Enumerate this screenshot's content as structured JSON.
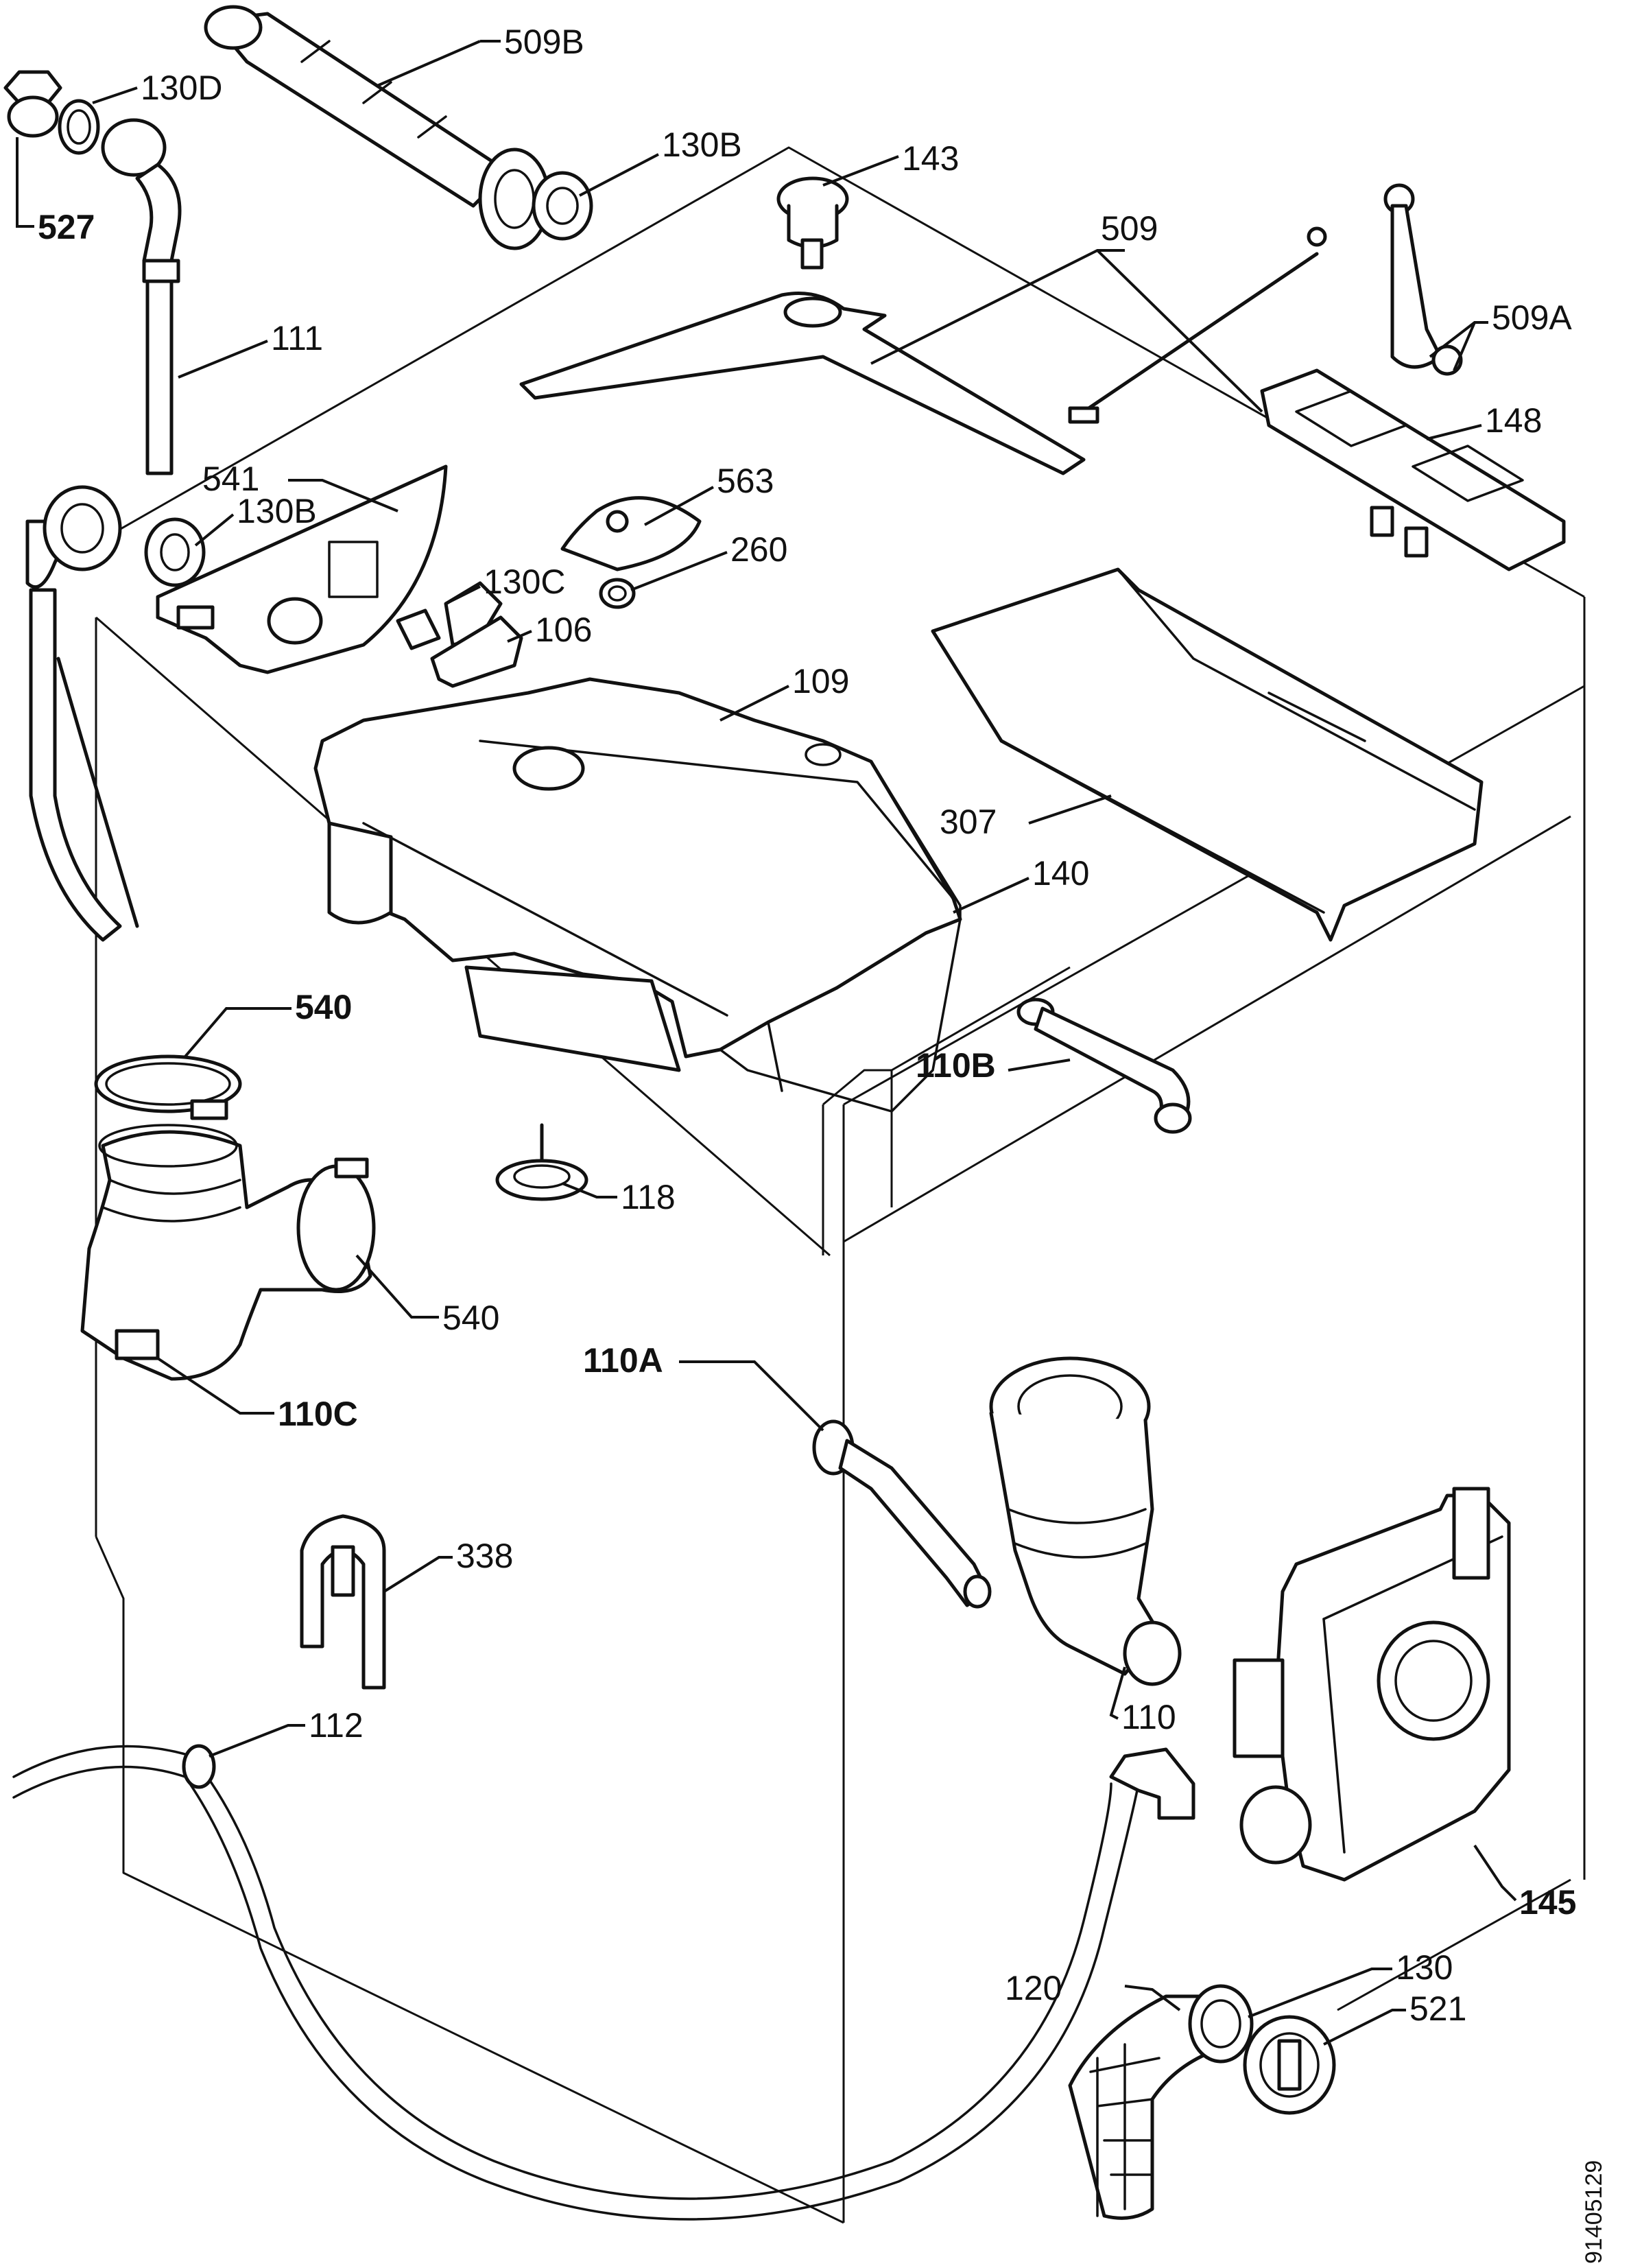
{
  "labels": {
    "l509b": "509B",
    "l130d": "130D",
    "l527": "527",
    "l130b_top": "130B",
    "l143": "143",
    "l509": "509",
    "l509a": "509A",
    "l111": "111",
    "l148": "148",
    "l541": "541",
    "l563": "563",
    "l130b_mid": "130B",
    "l130c": "130C",
    "l260": "260",
    "l106": "106",
    "l109": "109",
    "l307": "307",
    "l140": "140",
    "l540_top": "540",
    "l110b": "110B",
    "l118": "118",
    "l540_bot": "540",
    "l110c": "110C",
    "l110a": "110A",
    "l338": "338",
    "l112": "112",
    "l110": "110",
    "l145": "145",
    "l130": "130",
    "l120": "120",
    "l521": "521"
  },
  "document_id": "91405129"
}
